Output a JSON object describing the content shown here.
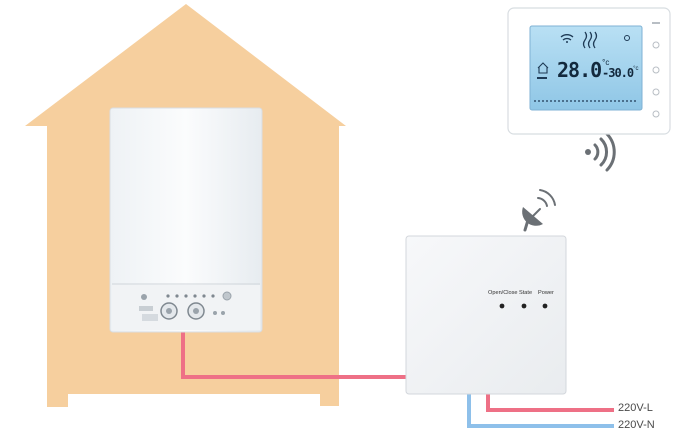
{
  "thermostat": {
    "current_temp": "28.0",
    "current_unit": "°c",
    "set_temp": "-30.0",
    "set_unit": "°c"
  },
  "receiver": {
    "indicators": [
      {
        "label": "Open/Close"
      },
      {
        "label": "State"
      },
      {
        "label": "Power"
      }
    ]
  },
  "power_lines": {
    "live_label": "220V-L",
    "neutral_label": "220V-N"
  },
  "colors": {
    "house": "#f6cf9e",
    "boiler_wire": "#ee7086",
    "live_wire": "#ee7086",
    "neutral_wire": "#8ec0ea",
    "lcd": "#a5d4ee",
    "label_text": "#4a4a4a"
  }
}
